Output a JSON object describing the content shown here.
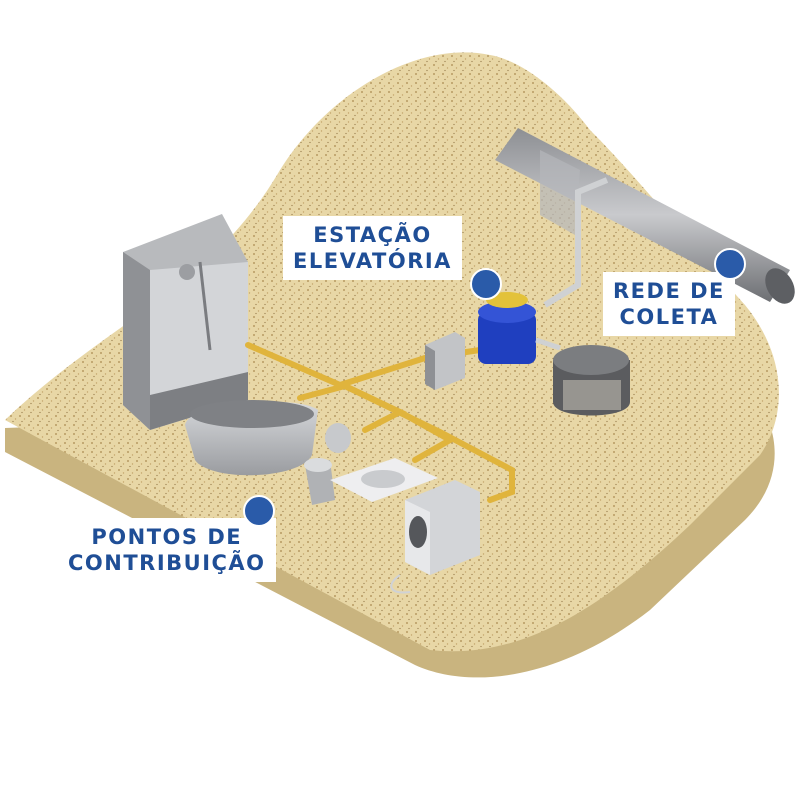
{
  "labels": {
    "estacao": {
      "line1": "ESTAÇÃO",
      "line2": "ELEVATÓRIA"
    },
    "rede": {
      "line1": "REDE DE",
      "line2": "COLETA"
    },
    "pontos": {
      "line1": "PONTOS DE",
      "line2": "CONTRIBUIÇÃO"
    }
  },
  "colors": {
    "label_text": "#1f4e96",
    "marker": "#2a5ba9",
    "soil": "#e6d5a4",
    "pipe_yellow": "#e0b43c",
    "station_blue": "#1f3fbf"
  }
}
